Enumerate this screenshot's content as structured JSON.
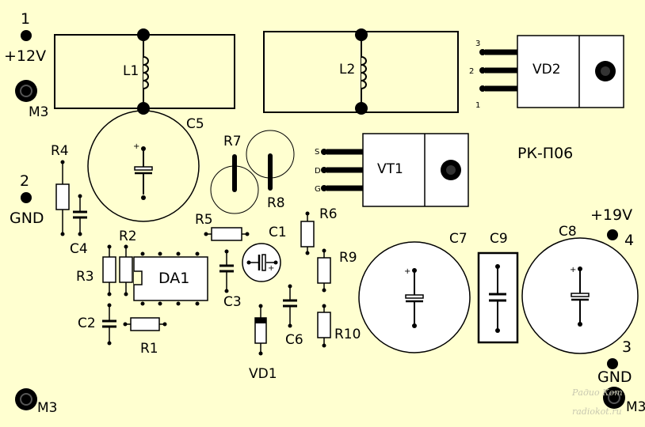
{
  "board_name": "РК-П06",
  "pads": {
    "p1_number": "1",
    "p1_label": "+12V",
    "p2_number": "2",
    "p2_label": "GND",
    "p3_number": "3",
    "p3_label": "GND",
    "p4_number": "4",
    "p4_label": "+19V"
  },
  "mounting_holes": [
    "M3",
    "M3",
    "M3"
  ],
  "components": {
    "L1": "L1",
    "L2": "L2",
    "VD2": "VD2",
    "VT1": "VT1",
    "DA1": "DA1",
    "VD1": "VD1",
    "C1": "C1",
    "C2": "C2",
    "C3": "C3",
    "C4": "C4",
    "C5": "C5",
    "C6": "C6",
    "C7": "C7",
    "C8": "C8",
    "C9": "C9",
    "R1": "R1",
    "R2": "R2",
    "R3": "R3",
    "R4": "R4",
    "R5": "R5",
    "R6": "R6",
    "R7": "R7",
    "R8": "R8",
    "R9": "R9",
    "R10": "R10"
  },
  "vd2_pins": [
    "3",
    "2",
    "1"
  ],
  "vt1_pins": [
    "S",
    "D",
    "G"
  ],
  "polarity_mark": "+",
  "watermark": {
    "logo": "Радио Кот",
    "url": "radiokot.ru"
  }
}
